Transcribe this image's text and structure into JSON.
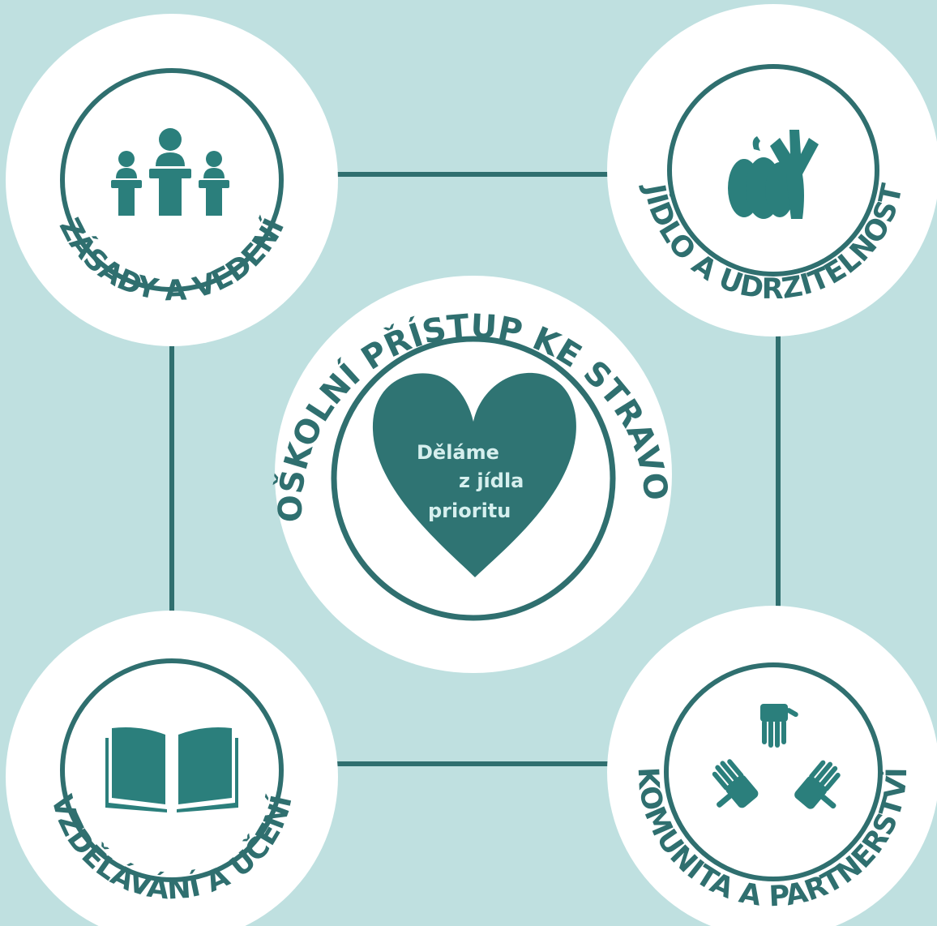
{
  "colors": {
    "background": "#bfe0e0",
    "circle_fill": "#ffffff",
    "accent": "#2f6f6f",
    "icon_teal": "#2b7f7c",
    "heart_text": "#d6efee"
  },
  "center": {
    "title": "CELOŠKOLNÍ PŘÍSTUP KE STRAVOVÁNÍ",
    "heart_line1": "Děláme",
    "heart_line2": "z jídla",
    "heart_line3": "prioritu"
  },
  "pillars": {
    "top_left": {
      "label": "ZÁSADY A VEDENÍ",
      "icon": "podium-people-icon"
    },
    "top_right": {
      "label": "JÍDLO A UDRŽITELNOST",
      "icon": "pumpkin-leek-icon"
    },
    "bottom_left": {
      "label": "VZDĚLÁVÁNÍ A UČENÍ",
      "icon": "open-book-icon"
    },
    "bottom_right": {
      "label": "KOMUNITA A PARTNERSTVÍ",
      "icon": "joined-hands-icon"
    }
  }
}
